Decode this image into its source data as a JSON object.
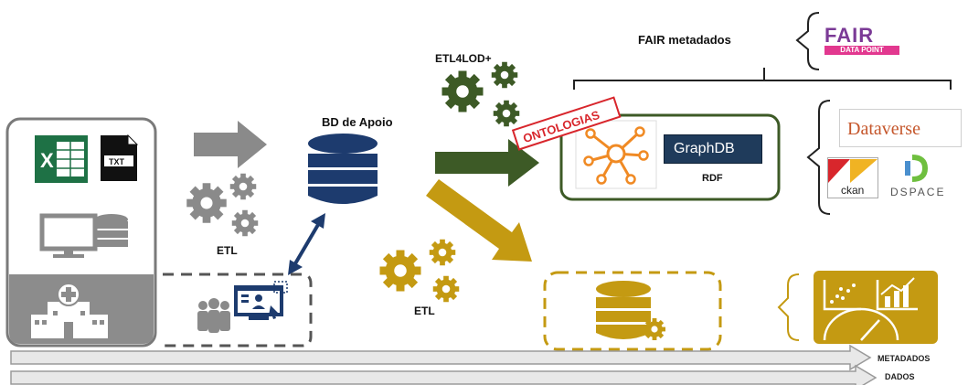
{
  "labels": {
    "etl_left": "ETL",
    "bd_apoio": "BD de Apoio",
    "etl4lod": "ETL4LOD+",
    "fair_metadados": "FAIR metadados",
    "ontologias": "ONTOLOGIAS",
    "rdf": "RDF",
    "etl_bottom": "ETL",
    "metadados": "METADADOS",
    "dados": "DADOS"
  },
  "logos": {
    "fair_top": "FAIR",
    "fair_bottom": "DATA POINT",
    "graphdb": "GraphDB",
    "dataverse": "Dataverse",
    "ckan": "ckan",
    "dspace": "DSPACE"
  },
  "file_icons": {
    "excel": "X",
    "txt": "TXT"
  },
  "colors": {
    "gray_arrow": "#8a8a8a",
    "green_dark": "#3d5a26",
    "gold": "#c49a12",
    "db_navy": "#1d3b6e",
    "graph_orange": "#f08a24"
  }
}
